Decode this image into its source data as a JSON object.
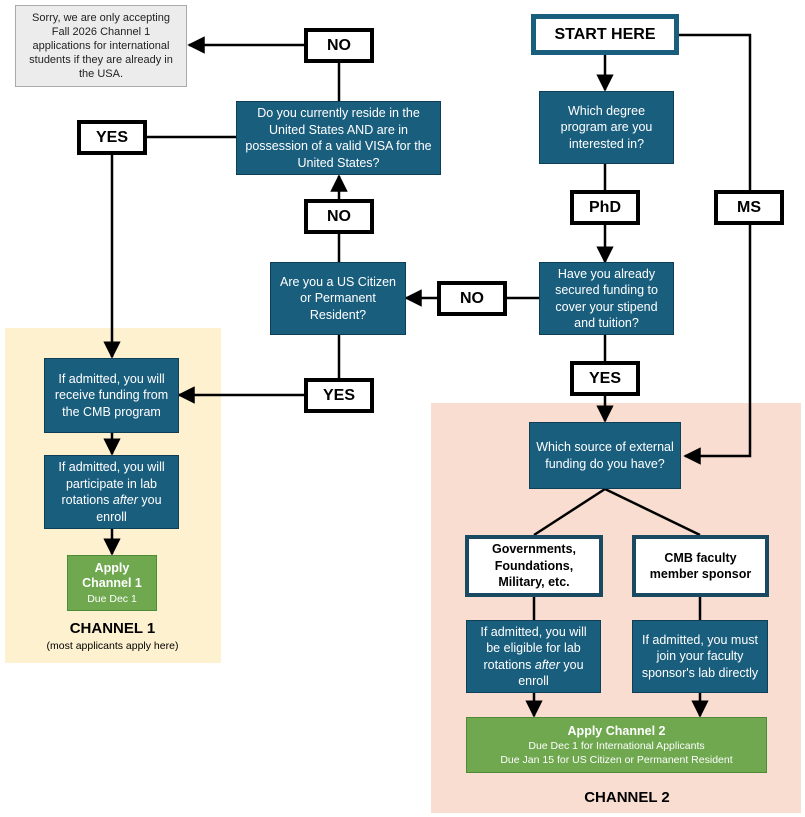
{
  "start": "START HERE",
  "q_degree": "Which degree program are you interested in?",
  "q_funding": "Have you already secured funding to cover your stipend and tuition?",
  "q_citizen": "Are you a US Citizen or Permanent Resident?",
  "q_reside": "Do you currently reside in the United States AND are in possession of a valid VISA for the United States?",
  "q_source": "Which source of external funding do you have?",
  "sorry_note": "Sorry, we are only accepting Fall 2026 Channel 1 applications for international students if they are already in the USA.",
  "labels": {
    "no_top": "NO",
    "yes_left": "YES",
    "no_mid": "NO",
    "no_right": "NO",
    "yes_mid": "YES",
    "phd": "PhD",
    "ms": "MS",
    "yes_bottom": "YES"
  },
  "channel1": {
    "funding": "If admitted, you will receive funding from the CMB program",
    "rotations_before": "If admitted, you will participate in lab rotations ",
    "rotations_em": "after",
    "rotations_after": " you enroll",
    "apply_title": "Apply Channel 1",
    "apply_due": "Due Dec 1",
    "label": "CHANNEL 1",
    "sublabel": "(most applicants apply here)"
  },
  "channel2": {
    "gov": "Governments, Foundations, Military, etc.",
    "cmb": "CMB faculty member sponsor",
    "gov_result_before": "If admitted, you will be eligible for lab rotations ",
    "gov_result_em": "after",
    "gov_result_after": " you enroll",
    "cmb_result": "If admitted, you must join your faculty sponsor's lab directly",
    "apply_title": "Apply Channel 2",
    "due_intl": "Due Dec 1 for International Applicants",
    "due_us": "Due Jan 15 for US Citizen or Permanent Resident",
    "label": "CHANNEL 2"
  },
  "colors": {
    "box_blue": "#1a5e7e",
    "green": "#6fa84f",
    "channel1_bg": "#fdf1cf",
    "channel2_bg": "#f8ddd0"
  }
}
